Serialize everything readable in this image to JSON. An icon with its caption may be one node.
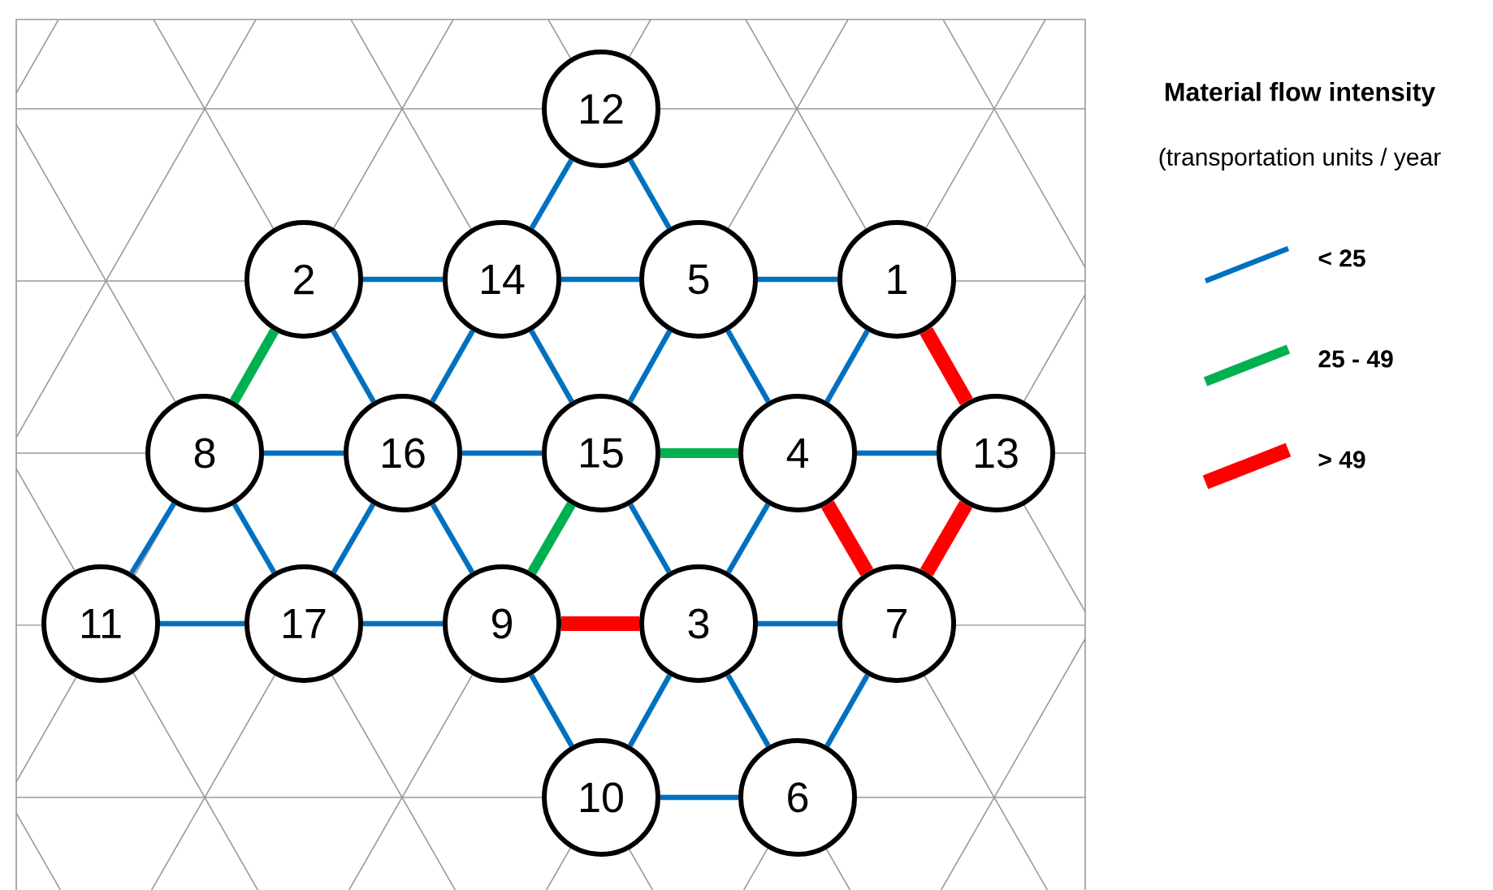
{
  "diagram": {
    "nodes": [
      {
        "text": [
          "12"
        ]
      },
      {
        "text": [
          "2"
        ]
      },
      {
        "text": [
          "14"
        ]
      },
      {
        "text": [
          "5"
        ]
      },
      {
        "text": [
          "1"
        ]
      },
      {
        "text": [
          "8"
        ]
      },
      {
        "text": [
          "16"
        ]
      },
      {
        "text": [
          "15"
        ]
      },
      {
        "text": [
          "4"
        ]
      },
      {
        "text": [
          "13"
        ]
      },
      {
        "text": [
          "11"
        ]
      },
      {
        "text": [
          "17"
        ]
      },
      {
        "text": [
          "9"
        ]
      },
      {
        "text": [
          "3"
        ]
      },
      {
        "text": [
          "7"
        ]
      },
      {
        "text": [
          "10"
        ]
      },
      {
        "text": [
          "6"
        ]
      }
    ],
    "edges": [
      {
        "from": 0,
        "to": 2,
        "arrow": "none"
      },
      {
        "from": 0,
        "to": 3,
        "arrow": "none"
      },
      {
        "from": 1,
        "to": 2,
        "arrow": "none"
      },
      {
        "from": 2,
        "to": 3,
        "arrow": "none"
      },
      {
        "from": 3,
        "to": 4,
        "arrow": "none"
      },
      {
        "from": 1,
        "to": 5,
        "arrow": "none",
        "style": "thick",
        "color": "#00b050"
      },
      {
        "from": 1,
        "to": 6,
        "arrow": "none"
      },
      {
        "from": 2,
        "to": 6,
        "arrow": "none"
      },
      {
        "from": 2,
        "to": 7,
        "arrow": "none"
      },
      {
        "from": 3,
        "to": 7,
        "arrow": "none"
      },
      {
        "from": 3,
        "to": 8,
        "arrow": "none"
      },
      {
        "from": 4,
        "to": 8,
        "arrow": "none"
      },
      {
        "from": 4,
        "to": 9,
        "arrow": "none",
        "style": "thick",
        "color": "#ff0000"
      },
      {
        "from": 5,
        "to": 6,
        "arrow": "none"
      },
      {
        "from": 6,
        "to": 7,
        "arrow": "none"
      },
      {
        "from": 7,
        "to": 8,
        "arrow": "none",
        "style": "thick",
        "color": "#00b050"
      },
      {
        "from": 8,
        "to": 9,
        "arrow": "none"
      },
      {
        "from": 5,
        "to": 10,
        "arrow": "none"
      },
      {
        "from": 5,
        "to": 11,
        "arrow": "none"
      },
      {
        "from": 6,
        "to": 11,
        "arrow": "none"
      },
      {
        "from": 6,
        "to": 12,
        "arrow": "none"
      },
      {
        "from": 7,
        "to": 12,
        "arrow": "none",
        "style": "thick",
        "color": "#00b050"
      },
      {
        "from": 7,
        "to": 13,
        "arrow": "none"
      },
      {
        "from": 8,
        "to": 13,
        "arrow": "none"
      },
      {
        "from": 8,
        "to": 14,
        "arrow": "none",
        "style": "thick",
        "color": "#ff0000"
      },
      {
        "from": 9,
        "to": 14,
        "arrow": "none",
        "style": "thick",
        "color": "#ff0000"
      },
      {
        "from": 10,
        "to": 11,
        "arrow": "none"
      },
      {
        "from": 11,
        "to": 12,
        "arrow": "none"
      },
      {
        "from": 12,
        "to": 13,
        "arrow": "none",
        "style": "thick",
        "color": "#ff0000"
      },
      {
        "from": 13,
        "to": 14,
        "arrow": "none"
      },
      {
        "from": 12,
        "to": 15,
        "arrow": "none"
      },
      {
        "from": 13,
        "to": 15,
        "arrow": "none"
      },
      {
        "from": 13,
        "to": 16,
        "arrow": "none"
      },
      {
        "from": 14,
        "to": 16,
        "arrow": "none"
      },
      {
        "from": 15,
        "to": 16,
        "arrow": "none"
      }
    ],
    "labels": [
      "Material flow intensity",
      "(transportation units / year"
    ],
    "legend": [
      {
        "text": "< 25",
        "color": "#0070c0"
      },
      {
        "text": "25 - 49",
        "color": "#00b050"
      },
      {
        "text": "> 49",
        "color": "#ff0000"
      }
    ]
  }
}
